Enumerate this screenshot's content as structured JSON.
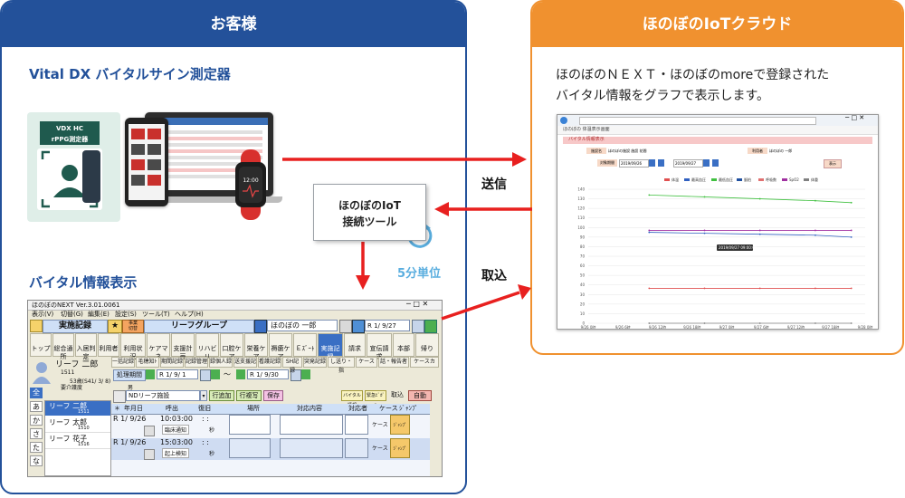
{
  "customer": {
    "header": "お客様",
    "device_title": "Vital DX バイタルサイン測定器",
    "vdx_badge_line1": "VDX HC",
    "vdx_badge_line2": "rPPG測定器",
    "vital_display_title": "バイタル情報表示"
  },
  "cloud": {
    "header": "ほのぼのIoTクラウド",
    "description_line1": "ほのぼのＮＥＸＴ・ほのぼのmoreで登録された",
    "description_line2": "バイタル情報をグラフで表示します。"
  },
  "tool": {
    "label_line1": "ほのぼのIoT",
    "label_line2": "接続ツール",
    "interval": "5分単位"
  },
  "arrows": {
    "send": "送信",
    "import": "取込"
  },
  "colors": {
    "customer_blue": "#23519a",
    "cloud_orange": "#f0912f",
    "arrow_red": "#e8201f",
    "interval_blue": "#5aaedf"
  },
  "vital_window": {
    "title": "ほのぼのNEXT  Ver.3.01.0061",
    "menu": [
      "表示(V)",
      "切替(G)",
      "編集(E)",
      "設定(S)",
      "ツール(T)",
      "ヘルプ(H)"
    ],
    "record_label": "実施記録",
    "group_label": "リーフグループ",
    "user_short": "ほのぼの 一郎",
    "date_top": "R 1/ 9/27",
    "toolbar_icons": [
      "トップ",
      "総合通所",
      "入居判定",
      "利用者",
      "利用状況",
      "ケアマネ",
      "支援計画",
      "リハビリ",
      "口腔ケア",
      "栄養ケア",
      "褥瘡ケア",
      "Ｅｽﾞｰﾄ",
      "実施記録",
      "請求",
      "宣伝請求",
      "本部",
      "帰り"
    ],
    "profile_name": "リーフ 二郎",
    "profile_id": "1511",
    "profile_age": "53歳(S41/ 3/ 8)",
    "profile_care": "要介護度",
    "profile_gender": "男",
    "period_label": "処理期間",
    "period_from": "R 1/ 9/ 1",
    "period_tilde": "～",
    "period_to": "R 1/ 9/30",
    "tabs": [
      "一括記録",
      "毛穂知ﾄ",
      "期間記録",
      "記録管理",
      "録個人録",
      "送支援記",
      "看護記録",
      "SH記録",
      "突発記録",
      "し送り・指",
      "ケース",
      "話・報告者",
      "ケースカ"
    ],
    "facility": "NDリーフ施設",
    "btn_add": "行追加",
    "btn_copy": "行複写",
    "btn_save": "保存",
    "btn_vital": "バイタル情報",
    "btn_emergency": "緊急ﾋﾞｶﾞﾉﾝ",
    "btn_import": "取込",
    "btn_auto": "自動",
    "kana": [
      "全",
      "あ",
      "か",
      "さ",
      "た",
      "な"
    ],
    "user_list": [
      {
        "name": "リーフ 二郎",
        "id": "1511"
      },
      {
        "name": "リーフ 太郎",
        "id": "1510"
      },
      {
        "name": "リーフ 花子",
        "id": "1516"
      }
    ],
    "col_headers": [
      "＊",
      "年月日",
      "呼出",
      "復旧",
      "場所",
      "対応内容",
      "対応者",
      "ケース",
      "ｼﾞｬﾝﾌﾟ"
    ],
    "rows": [
      {
        "date": "R 1/ 9/26",
        "call": "10:03:00",
        "restore": ":  :",
        "note": "臨床通知",
        "unit": "秒",
        "case": "ケース",
        "jump": "ｼﾞｬﾝﾌﾟ"
      },
      {
        "date": "R 1/ 9/26",
        "call": "15:03:00",
        "restore": ":  :",
        "note": "起上検知",
        "unit": "秒",
        "case": "ケース",
        "jump": "ｼﾞｬﾝﾌﾟ"
      }
    ]
  },
  "browser": {
    "tab": "ほのぼの 体温表示画面",
    "section": "バイタル情報表示",
    "facility_label": "施設名",
    "facility_value": "ほのぼの施設 施設 花間",
    "user_label": "利用者",
    "user_value": "ほのぼの 一郎",
    "period_label": "対象期間",
    "date_from": "2019/09/26",
    "date_to": "2019/09/27",
    "search": "表示",
    "legend": [
      "体温",
      "最高血圧",
      "最低血圧",
      "脈拍",
      "呼吸数",
      "SpO2",
      "体重"
    ],
    "tooltip": "2019/09/27 09:00:00",
    "y_ticks": [
      "140",
      "130",
      "120",
      "110",
      "100",
      "90",
      "80",
      "70",
      "60",
      "50",
      "40",
      "30",
      "20",
      "10",
      "0"
    ],
    "x_ticks": [
      "9/26 0時",
      "9/26 6時",
      "9/26 12時",
      "9/26 18時",
      "9/27 0時",
      "9/27 6時",
      "9/27 12時",
      "9/27 18時",
      "9/28 0時"
    ]
  }
}
